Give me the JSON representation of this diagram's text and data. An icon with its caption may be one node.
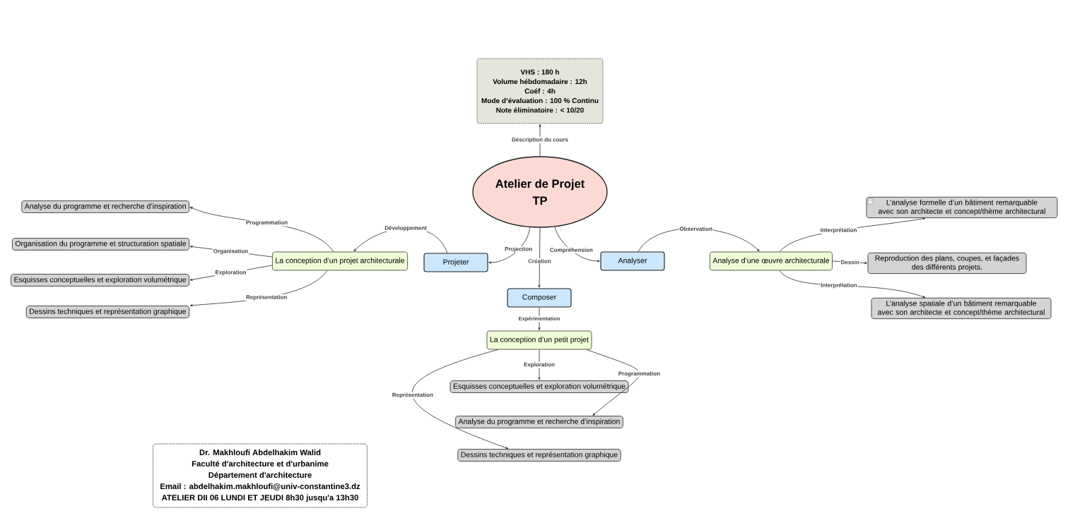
{
  "diagram": {
    "nodes": [
      {
        "text": [
          "VHS : 180 h",
          "Volume hébdomadaire : 12h",
          "Coéf : 4h",
          "Mode d’évaluation : 100 % Continu",
          "Note éliminatoire : < 10/20"
        ]
      },
      {
        "text": [
          "Atelier de Projet TP"
        ]
      },
      {
        "text": [
          "Analyse du programme et recherche d’inspiration"
        ]
      },
      {
        "text": [
          "Organisation du programme et structuration spatiale"
        ]
      },
      {
        "text": [
          "Esquisses conceptuelles et exploration volumétrique"
        ]
      },
      {
        "text": [
          "Dessins techniques et représentation graphique"
        ]
      },
      {
        "text": [
          "La conception d’un projet architecturale"
        ]
      },
      {
        "text": [
          "Projeter"
        ]
      },
      {
        "text": [
          "Analyser"
        ]
      },
      {
        "text": [
          "Analyse d’une œuvre architecturale"
        ]
      },
      {
        "text": [
          "L’analyse formelle d’un bâtiment remarquable avec son architecte et concept/thème architectural"
        ]
      },
      {
        "text": [
          "Reproduction des plans, coupes, et façades des différents projets."
        ]
      },
      {
        "text": [
          "L’analyse spatiale d’un bâtiment remarquable avec son architecte et concept/thème architectural"
        ]
      },
      {
        "text": [
          "Composer"
        ]
      },
      {
        "text": [
          "La conception d’un petit projet"
        ]
      },
      {
        "text": [
          "Esquisses conceptuelles et exploration volumétrique"
        ]
      },
      {
        "text": [
          "Analyse du programme et recherche d’inspiration"
        ]
      },
      {
        "text": [
          "Dessins techniques et représentation graphique"
        ]
      },
      {
        "text": [
          "Dr. Makhloufi Abdelhakim Walid",
          "Faculté d'architecture et d'urbanime",
          "Département d'architecture",
          "Email : abdelhakim.makhloufi@univ-constantine3.dz",
          "ATELIER DII 06 LUNDI ET JEUDI 8h30 jusqu'a 13h30"
        ]
      }
    ],
    "edges": [
      {
        "from": 1,
        "to": 0,
        "arrow": "to",
        "label": "Déscription du cours"
      },
      {
        "from": 1,
        "to": 7,
        "arrow": "to",
        "label": "Projection"
      },
      {
        "from": 1,
        "to": 13,
        "arrow": "to",
        "label": "Création"
      },
      {
        "from": 1,
        "to": 8,
        "arrow": "to",
        "label": "Compréhension"
      },
      {
        "from": 7,
        "to": 6,
        "arrow": "to",
        "label": "Développement"
      },
      {
        "from": 6,
        "to": 2,
        "arrow": "to",
        "label": "Programmation"
      },
      {
        "from": 6,
        "to": 3,
        "arrow": "to",
        "label": "Organisation"
      },
      {
        "from": 6,
        "to": 4,
        "arrow": "to",
        "label": "Exploration"
      },
      {
        "from": 6,
        "to": 5,
        "arrow": "to",
        "label": "Représentation"
      },
      {
        "from": 8,
        "to": 9,
        "arrow": "to",
        "label": "Observation"
      },
      {
        "from": 9,
        "to": 10,
        "arrow": "to",
        "label": "Interprétation"
      },
      {
        "from": 9,
        "to": 11,
        "arrow": "to",
        "label": "Dessin"
      },
      {
        "from": 9,
        "to": 12,
        "arrow": "to",
        "label": "Interprétation"
      },
      {
        "from": 13,
        "to": 14,
        "arrow": "to",
        "label": "Expérimentation"
      },
      {
        "from": 14,
        "to": 15,
        "arrow": "to",
        "label": "Exploration"
      },
      {
        "from": 14,
        "to": 16,
        "arrow": "to",
        "label": "Programmation"
      },
      {
        "from": 14,
        "to": 17,
        "arrow": "to",
        "label": "Représentation"
      }
    ]
  }
}
